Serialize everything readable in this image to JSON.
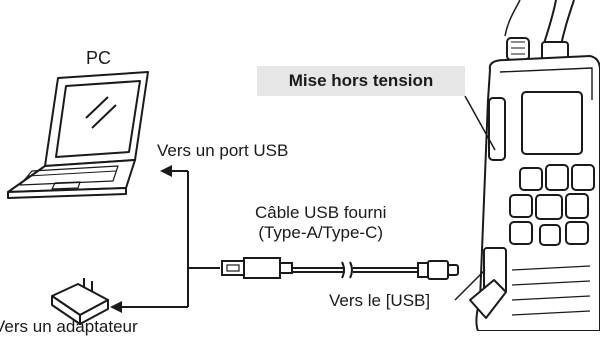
{
  "labels": {
    "pc": "PC",
    "usb_port": "Vers un port USB",
    "power_off": "Mise hors tension",
    "cable_line1": "Câble USB fourni",
    "cable_line2": "(Type-A/Type-C)",
    "usb_jack": "Vers le [USB]",
    "adapter": "Vers un adaptateur"
  },
  "colors": {
    "line": "#1a1a1a",
    "callout_bg": "#e6e6e6"
  }
}
